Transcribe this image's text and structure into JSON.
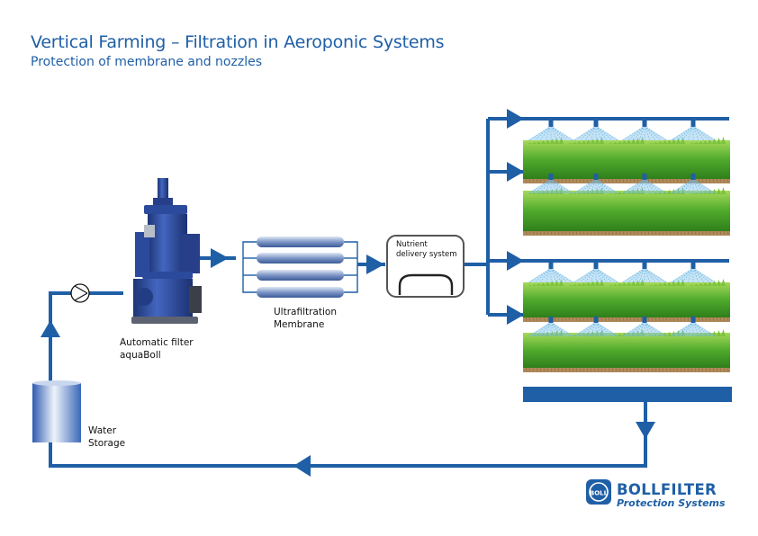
{
  "header": {
    "title": "Vertical Farming – Filtration in Aeroponic Systems",
    "subtitle": "Protection of membrane and nozzles"
  },
  "labels": {
    "filter_line1": "Automatic filter",
    "filter_line2": "aquaBoll",
    "membrane_line1": "Ultrafiltration",
    "membrane_line2": "Membrane",
    "nutrient_line1": "Nutrient",
    "nutrient_line2": "delivery system",
    "storage_line1": "Water",
    "storage_line2": "Storage"
  },
  "brand": {
    "logo_text": "BOLL",
    "name": "BOLLFILTER",
    "tagline": "Protection Systems"
  },
  "colors": {
    "pipe": "#1f5fa6",
    "filter": "#2b4a9c",
    "membrane": "#9fb3d6",
    "grass": "#4faa2c",
    "soil": "#b08a5a",
    "spray": "#7fc2e8"
  }
}
